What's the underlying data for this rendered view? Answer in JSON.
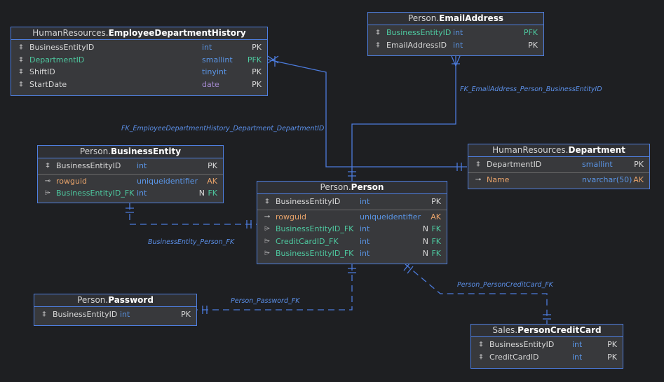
{
  "entities": {
    "edh": {
      "schema": "HumanResources.",
      "name": "EmployeeDepartmentHistory",
      "columns": [
        {
          "icon": "key",
          "name": "BusinessEntityID",
          "type": "int",
          "nullable": "",
          "key": "PK"
        },
        {
          "icon": "key",
          "name": "DepartmentID",
          "type": "smallint",
          "nullable": "",
          "key": "PFK"
        },
        {
          "icon": "key",
          "name": "ShiftID",
          "type": "tinyint",
          "nullable": "",
          "key": "PK"
        },
        {
          "icon": "key",
          "name": "StartDate",
          "type": "date",
          "nullable": "",
          "key": "PK"
        }
      ]
    },
    "email": {
      "schema": "Person.",
      "name": "EmailAddress",
      "columns": [
        {
          "icon": "key",
          "name": "BusinessEntityID",
          "type": "int",
          "nullable": "",
          "key": "PFK"
        },
        {
          "icon": "key",
          "name": "EmailAddressID",
          "type": "int",
          "nullable": "",
          "key": "PK"
        }
      ]
    },
    "be": {
      "schema": "Person.",
      "name": "BusinessEntity",
      "columns": [
        {
          "icon": "key",
          "name": "BusinessEntityID",
          "type": "int",
          "nullable": "",
          "key": "PK"
        },
        {
          "icon": "alt-key",
          "name": "rowguid",
          "type": "uniqueidentifier",
          "nullable": "",
          "key": "AK"
        },
        {
          "icon": "foreign-key",
          "name": "BusinessEntityID_FK",
          "type": "int",
          "nullable": "N",
          "key": "FK"
        }
      ]
    },
    "dept": {
      "schema": "HumanResources.",
      "name": "Department",
      "columns": [
        {
          "icon": "key",
          "name": "DepartmentID",
          "type": "smallint",
          "nullable": "",
          "key": "PK"
        },
        {
          "icon": "alt-key",
          "name": "Name",
          "type": "nvarchar(50)",
          "nullable": "",
          "key": "AK"
        }
      ]
    },
    "person": {
      "schema": "Person.",
      "name": "Person",
      "columns": [
        {
          "icon": "key",
          "name": "BusinessEntityID",
          "type": "int",
          "nullable": "",
          "key": "PK"
        },
        {
          "icon": "alt-key",
          "name": "rowguid",
          "type": "uniqueidentifier",
          "nullable": "",
          "key": "AK"
        },
        {
          "icon": "foreign-key",
          "name": "BusinessEntityID_FK",
          "type": "int",
          "nullable": "N",
          "key": "FK"
        },
        {
          "icon": "foreign-key",
          "name": "CreditCardID_FK",
          "type": "int",
          "nullable": "N",
          "key": "FK"
        },
        {
          "icon": "foreign-key",
          "name": "BusinessEntityID_FK",
          "type": "int",
          "nullable": "N",
          "key": "FK"
        }
      ]
    },
    "password": {
      "schema": "Person.",
      "name": "Password",
      "columns": [
        {
          "icon": "key",
          "name": "BusinessEntityID",
          "type": "int",
          "nullable": "",
          "key": "PK"
        }
      ]
    },
    "pcc": {
      "schema": "Sales.",
      "name": "PersonCreditCard",
      "columns": [
        {
          "icon": "key",
          "name": "BusinessEntityID",
          "type": "int",
          "nullable": "",
          "key": "PK"
        },
        {
          "icon": "key",
          "name": "CreditCardID",
          "type": "int",
          "nullable": "",
          "key": "PK"
        }
      ]
    }
  },
  "relationships": {
    "fk_email": "FK_EmailAddress_Person_BusinessEntityID",
    "fk_edh_dept": "FK_EmployeeDepartmentHistory_Department_DepartmentID",
    "be_person": "BusinessEntity_Person_FK",
    "person_password": "Person_Password_FK",
    "person_pcc": "Person_PersonCreditCard_FK"
  },
  "colors": {
    "background": "#1e1f22",
    "entity_border": "#4f7fe0",
    "relationship_line": "#4c7bdc",
    "primary_key": "#d8d8d8",
    "foreign_key": "#4ec9a0",
    "alternate_key": "#e8a36a",
    "data_type": "#5a95e6"
  }
}
